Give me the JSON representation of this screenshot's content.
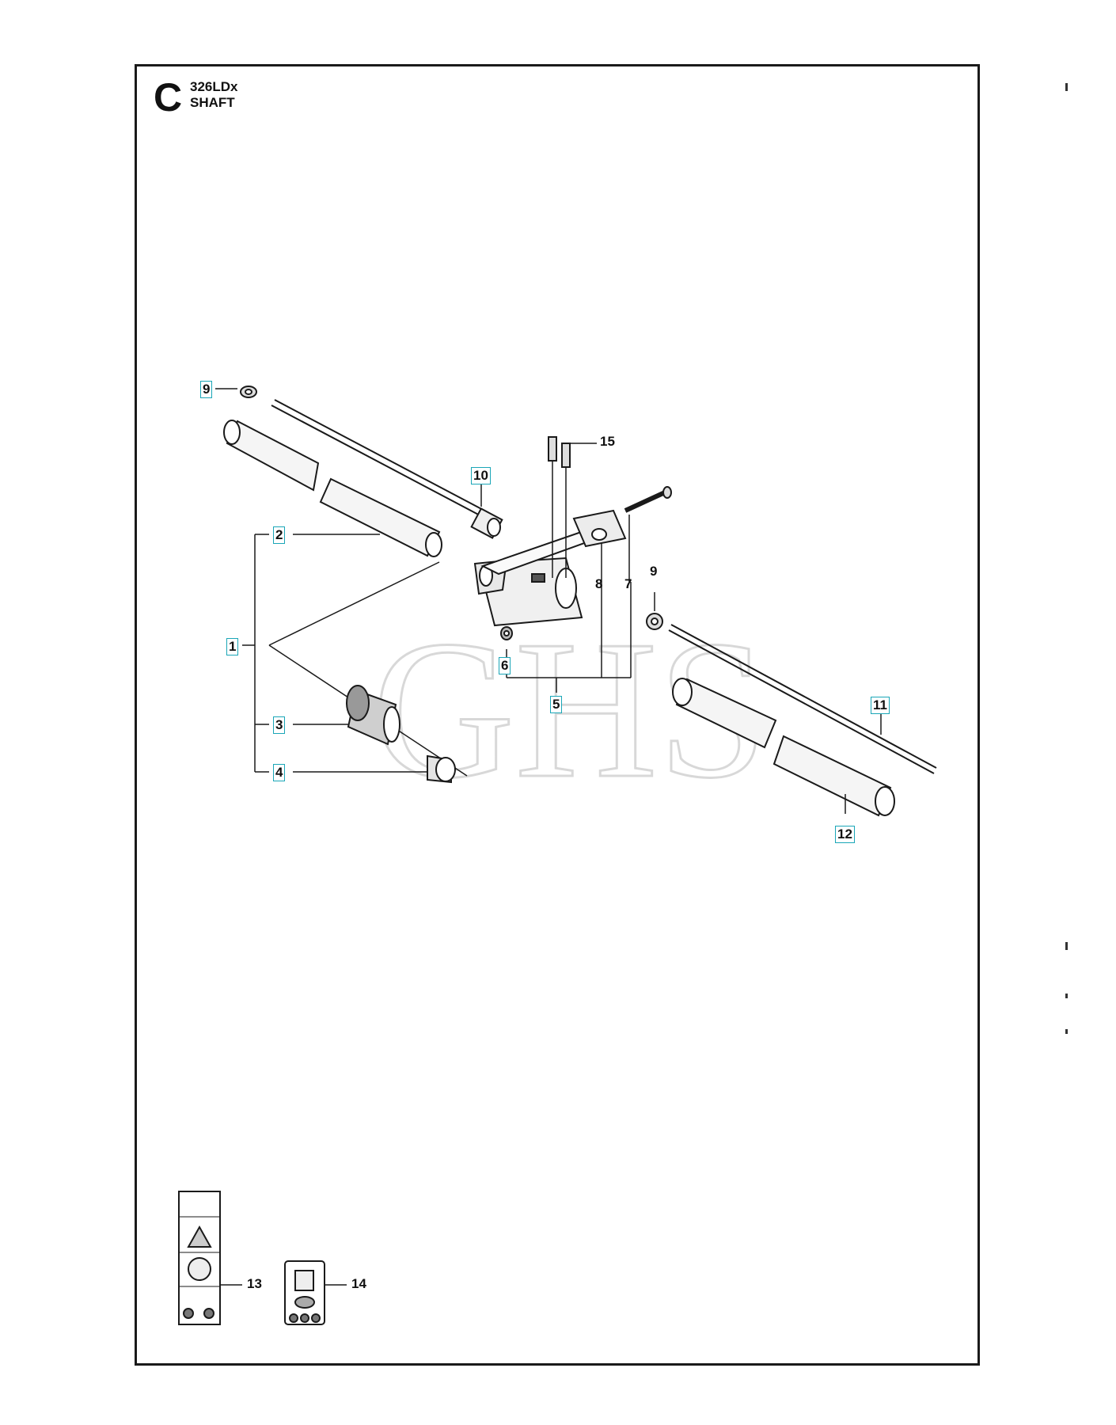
{
  "header": {
    "section_letter": "C",
    "model": "326LDx",
    "title": "SHAFT"
  },
  "watermark": "GHS",
  "colors": {
    "callout_box_border": "#1aa6b7",
    "line": "#1a1a1a",
    "watermark": "#d8d8d8"
  },
  "callouts": {
    "c1": "1",
    "c2": "2",
    "c3": "3",
    "c4": "4",
    "c5": "5",
    "c6": "6",
    "c7": "7",
    "c8": "8",
    "c9a": "9",
    "c9b": "9",
    "c10": "10",
    "c11": "11",
    "c12": "12",
    "c13": "13",
    "c14": "14",
    "c15": "15"
  }
}
